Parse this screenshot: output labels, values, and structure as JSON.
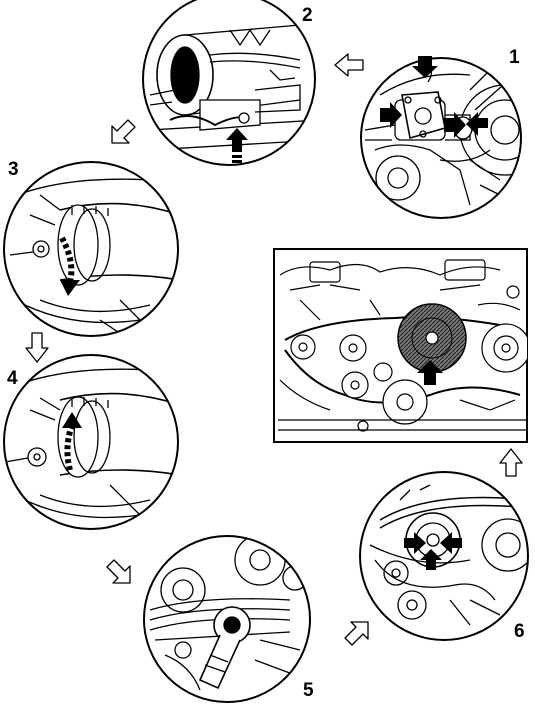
{
  "steps": [
    {
      "number": "1"
    },
    {
      "number": "2"
    },
    {
      "number": "3"
    },
    {
      "number": "4"
    },
    {
      "number": "5"
    },
    {
      "number": "6"
    }
  ],
  "colors": {
    "line": "#000000",
    "background": "#ffffff",
    "pulley_fill": "#555555"
  },
  "icons": {
    "flow_arrow": "outline-arrow-icon",
    "action_arrow": "solid-arrow-icon",
    "rotation_arrow": "dashed-curved-arrow-icon"
  }
}
